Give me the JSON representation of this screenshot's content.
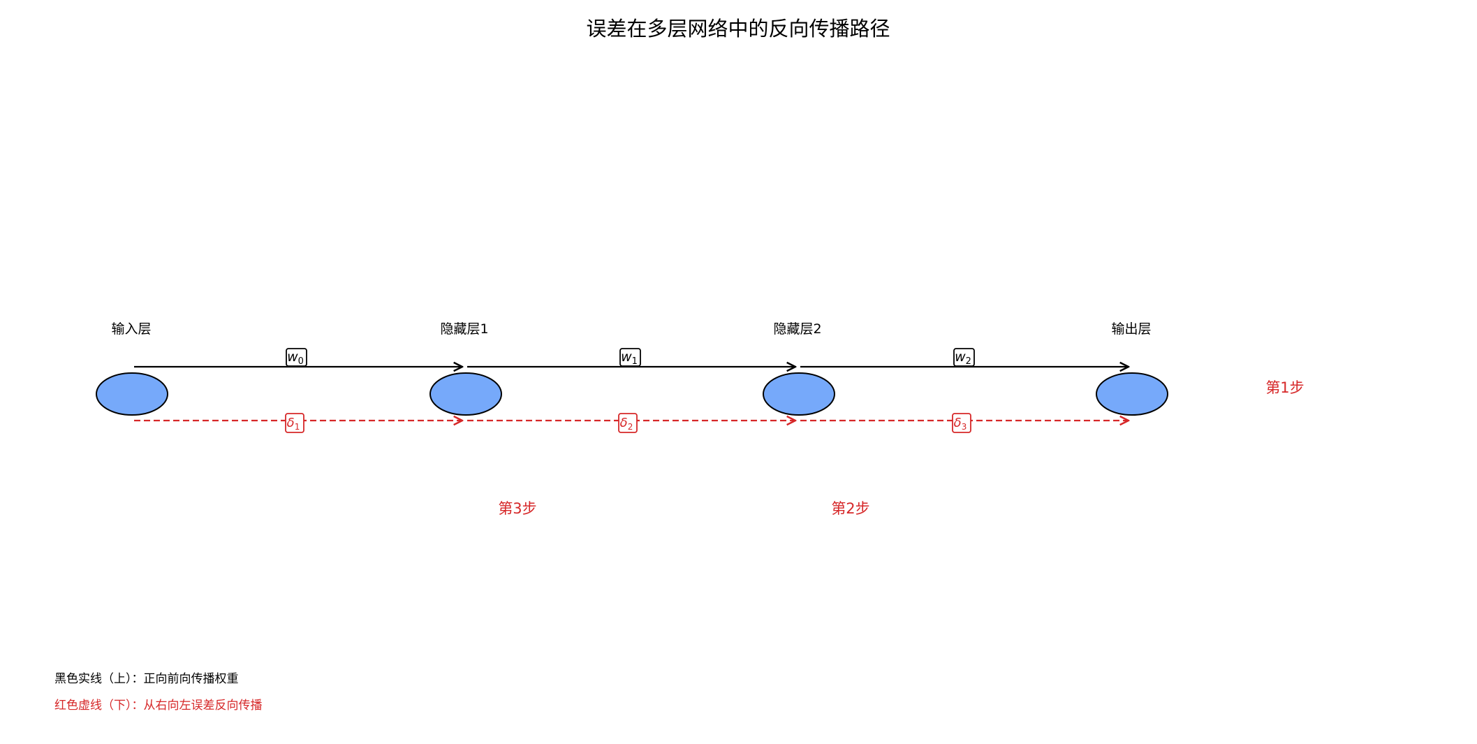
{
  "title": "误差在多层网络中的反向传播路径",
  "layers": [
    {
      "label": "输入层"
    },
    {
      "label": "隐藏层1"
    },
    {
      "label": "隐藏层2"
    },
    {
      "label": "输出层"
    }
  ],
  "weights": [
    {
      "sym": "w",
      "sub": "0"
    },
    {
      "sym": "w",
      "sub": "1"
    },
    {
      "sym": "w",
      "sub": "2"
    }
  ],
  "deltas": [
    {
      "sym": "δ",
      "sub": "1"
    },
    {
      "sym": "δ",
      "sub": "2"
    },
    {
      "sym": "δ",
      "sub": "3"
    }
  ],
  "steps": [
    {
      "label": "第1步"
    },
    {
      "label": "第2步"
    },
    {
      "label": "第3步"
    }
  ],
  "legend": {
    "forward": "黑色实线（上）：正向前向传播权重",
    "backward": "红色虚线（下）：从右向左误差反向传播"
  },
  "colors": {
    "node_fill": "#76a9fa",
    "node_stroke": "#000000",
    "forward": "#000000",
    "backward": "#d62728"
  }
}
